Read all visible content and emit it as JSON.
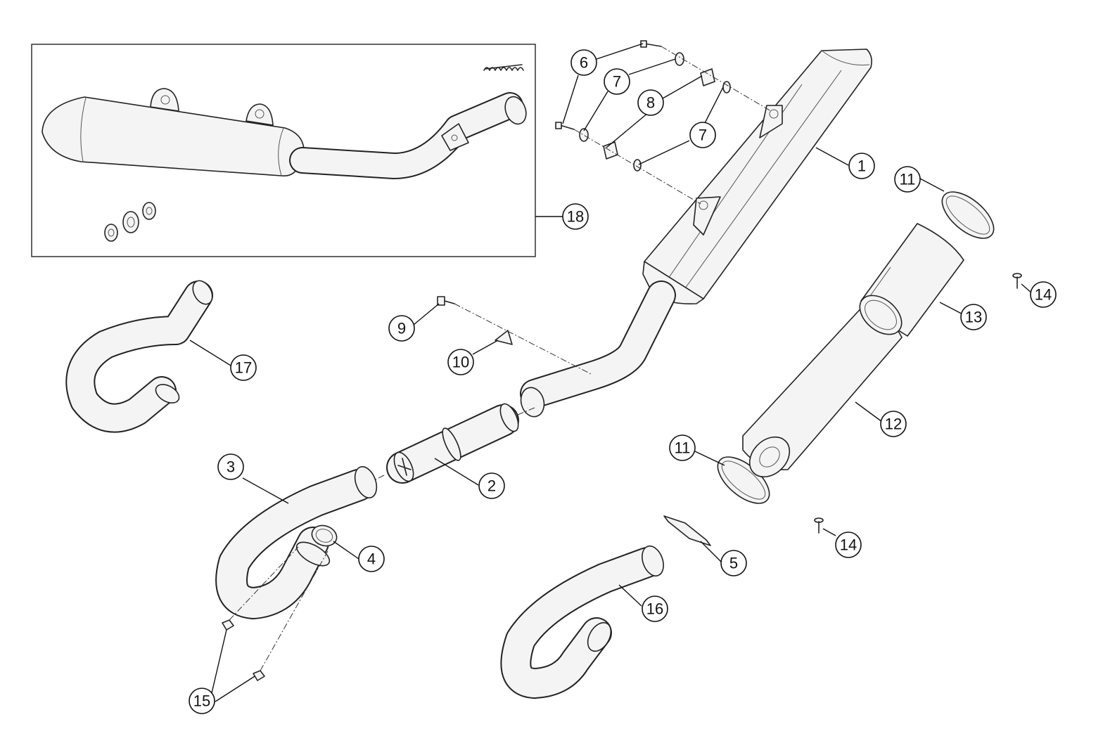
{
  "callouts": [
    {
      "id": "1",
      "label": "1"
    },
    {
      "id": "2",
      "label": "2"
    },
    {
      "id": "3",
      "label": "3"
    },
    {
      "id": "4",
      "label": "4"
    },
    {
      "id": "5",
      "label": "5"
    },
    {
      "id": "6",
      "label": "6"
    },
    {
      "id": "7a",
      "label": "7"
    },
    {
      "id": "7b",
      "label": "7"
    },
    {
      "id": "8",
      "label": "8"
    },
    {
      "id": "9",
      "label": "9"
    },
    {
      "id": "10",
      "label": "10"
    },
    {
      "id": "11a",
      "label": "11"
    },
    {
      "id": "11b",
      "label": "11"
    },
    {
      "id": "12",
      "label": "12"
    },
    {
      "id": "13",
      "label": "13"
    },
    {
      "id": "14a",
      "label": "14"
    },
    {
      "id": "14b",
      "label": "14"
    },
    {
      "id": "15",
      "label": "15"
    },
    {
      "id": "16",
      "label": "16"
    },
    {
      "id": "17",
      "label": "17"
    },
    {
      "id": "18",
      "label": "18"
    }
  ],
  "colors": {
    "line": "#222222",
    "fill": "#f4f4f4",
    "background": "#ffffff"
  }
}
